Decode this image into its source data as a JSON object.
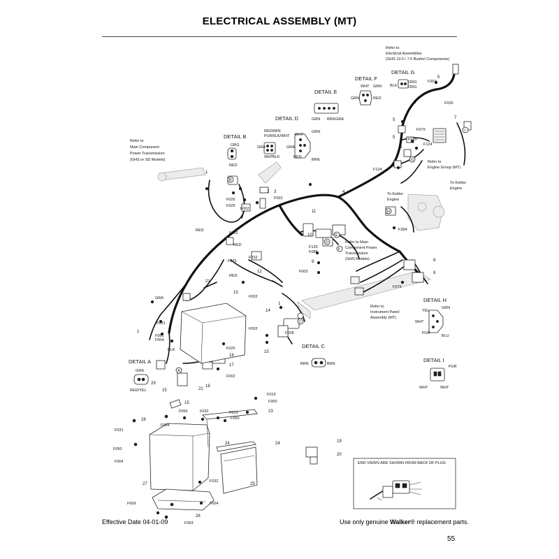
{
  "title": "ELECTRICAL ASSEMBLY (MT)",
  "footer": {
    "effective_date": "Effective Date 04-01-09",
    "genuine_prefix": "Use only genuine ",
    "genuine_brand": "Walker",
    "genuine_suffix": "® replacement parts.",
    "page_number": "55"
  },
  "refs": {
    "main_component_1": "Refer to",
    "main_component_2": "Main Component",
    "main_component_3": "Power Transmission",
    "main_component_4": "(GHS or SD Models)",
    "electrical_1": "Refer to",
    "electrical_2": "Electrical Assemblies",
    "electrical_3": "(GHS 10.0 / 7.0 Bushel Components)",
    "engine_group_1": "Refer to",
    "engine_group_2": "Engine Group (MT)",
    "to_kohler_1": "To Kohler",
    "to_kohler_2": "Engine",
    "to_kohler_engine_1": "To Kohler",
    "to_kohler_engine_2": "Engine",
    "main_ghs_1": "Refer to Main",
    "main_ghs_2": "Component Power",
    "main_ghs_3": "Transmission",
    "main_ghs_4": "(GHS Models)",
    "panel_1": "Refer to",
    "panel_2": "Instrument Panel",
    "panel_3": "Assembly (MT)"
  },
  "details": {
    "a": {
      "title": "DETAIL A",
      "c1": "GRA",
      "c2": "RED/YEL"
    },
    "b": {
      "title": "DETAIL B",
      "c1": "ORG",
      "c2": "RED"
    },
    "c": {
      "title": "DETAIL C",
      "c1": "BRN",
      "c2": "BRN"
    },
    "d": {
      "title": "DETAIL D",
      "c1": "RED",
      "c2": "BRN",
      "c3": "PUR",
      "c4": "BLK/WHT",
      "c5": "GRA",
      "c6": "WHT",
      "c7": "BLK"
    },
    "d2": {
      "c1": "WHT",
      "c2": "GRN",
      "c3": "GRA",
      "c4": "RED",
      "c5": "BRN"
    },
    "e": {
      "title": "DETAIL E",
      "c1": "GRN",
      "c2": "BRN",
      "c3": "GRA"
    },
    "f": {
      "title": "DETAIL F",
      "c1": "WHT",
      "c2": "GRN",
      "c3": "GRN",
      "c4": "RED"
    },
    "g": {
      "title": "DETAIL G",
      "c1": "BLK",
      "c2": "ORG",
      "c3": "ORG"
    },
    "h": {
      "title": "DETAIL H",
      "c1": "YEL",
      "c2": "GRN",
      "c3": "WHT",
      "c4": "PUR",
      "c5": "BLU"
    },
    "i": {
      "title": "DETAIL I",
      "c1": "PUR",
      "c2": "WHT",
      "c3": "WHT"
    }
  },
  "wire_labels": {
    "red_left": "RED",
    "red_mid": "RED",
    "red_lower": "RED",
    "gra": "GRA",
    "blk": "BLK"
  },
  "fasteners": {
    "f002_a": "F002",
    "f002_b": "F002",
    "f002_c": "F002",
    "f002_d": "F002",
    "f002_e": "F002",
    "f002_f": "F002",
    "f002_g": "F002",
    "f002_h": "F002",
    "f004_a": "F004",
    "f004_b": "F004",
    "f004_c": "F004",
    "f004_d": "F004",
    "f009": "F009",
    "f019_a": "F019",
    "f019_b": "F019",
    "f025_a": "F025",
    "f025_b": "F025",
    "f025_c": "F025",
    "f026_a": "F026",
    "f026_b": "F026",
    "f028": "F028",
    "f031_a": "F031",
    "f031_b": "F031",
    "f032_a": "F032",
    "f032_b": "F032",
    "f050_a": "F050",
    "f050_b": "F050",
    "f050_c": "F050",
    "f050_d": "F050",
    "f061": "F061",
    "f079_a": "F079",
    "f079_b": "F079",
    "f079_c": "F079",
    "f085": "F085",
    "f093": "F093",
    "f124_a": "F124",
    "f124_b": "F124",
    "f129": "F129",
    "f232": "F232",
    "f284": "F284"
  },
  "callouts": {
    "n1_a": "1",
    "n1_b": "1",
    "n1_c": "1",
    "n2": "2",
    "n3": "3",
    "n4": "4",
    "n5_a": "5",
    "n5_b": "5",
    "n5_c": "5",
    "n5_d": "5",
    "n6": "6",
    "n7": "7",
    "n8_a": "8",
    "n8_b": "8",
    "n9": "9",
    "n10": "10",
    "n11": "11",
    "n12": "12",
    "n13": "13",
    "n14": "14",
    "n15_a": "15",
    "n15_b": "15",
    "n15_c": "15",
    "n16": "16",
    "n17": "17",
    "n18": "18",
    "n19": "19",
    "n20": "20",
    "n21": "21",
    "n22": "22",
    "n23": "23",
    "n24_a": "24",
    "n24_b": "24",
    "n25": "25",
    "n26": "26",
    "n27": "27",
    "n28": "28",
    "n29": "29"
  },
  "letters": {
    "a": "A",
    "b": "B",
    "c": "C",
    "d": "D",
    "e": "E",
    "f": "F",
    "g": "G",
    "h": "H",
    "i": "I"
  },
  "legend_box": "END VIEWS ARE SHOWN FROM BACK OF PLUG"
}
